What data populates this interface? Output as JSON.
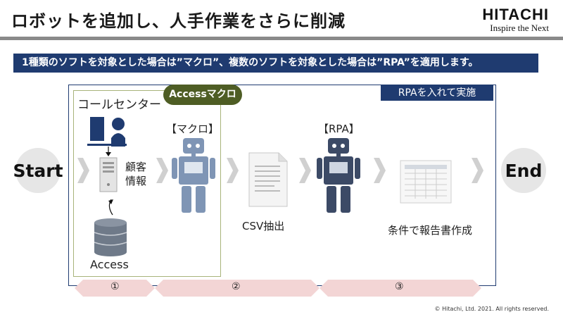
{
  "slide": {
    "title": "ロボットを追加し、人手作業をさらに削減",
    "banner": "1種類のソフトを対象とした場合は”マクロ”、複数のソフトを対象とした場合は”RPA”を適用します。",
    "footer": "© Hitachi, Ltd. 2021. All rights reserved."
  },
  "logo": {
    "brand": "HITACHI",
    "tagline": "Inspire the Next"
  },
  "flow": {
    "start": "Start",
    "end": "End",
    "callcenter_label": "コールセンター",
    "access_badge": "Accessマクロ",
    "rpa_badge": "RPAを入れて実施",
    "customer_info_line1": "顧客",
    "customer_info_line2": "情報",
    "access_label": "Access",
    "macro_label": "【マクロ】",
    "rpa_label": "【RPA】",
    "csv_label": "CSV抽出",
    "report_label": "条件で報告書作成"
  },
  "phases": [
    "①",
    "②",
    "③"
  ],
  "colors": {
    "navy": "#1f3b70",
    "olive": "#4e5d24",
    "macro_robot": "#7f95b5",
    "rpa_robot": "#3c4a66",
    "phase_band": "#f3d5d5",
    "chevron": "#d0d0d0"
  }
}
